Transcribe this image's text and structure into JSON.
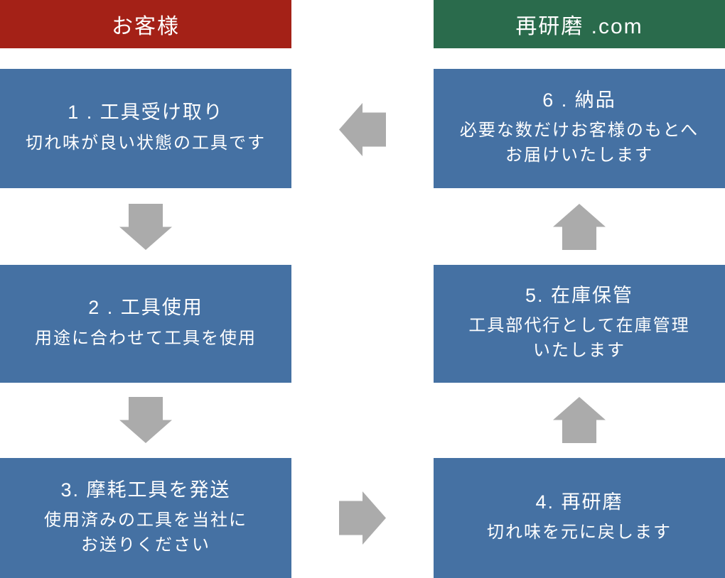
{
  "colors": {
    "customer_header": "#a42117",
    "company_header": "#2a6b4c",
    "step_box": "#4571a3",
    "arrow": "#ababab",
    "text": "#ffffff"
  },
  "headers": {
    "customer": "お客様",
    "company": "再研磨 .com"
  },
  "steps": {
    "s1": {
      "title": "1 . 工具受け取り",
      "desc": "切れ味が良い状態の工具です"
    },
    "s2": {
      "title": "2 . 工具使用",
      "desc": "用途に合わせて工具を使用"
    },
    "s3": {
      "title": "3. 摩耗工具を発送",
      "desc": "使用済みの工具を当社に\nお送りください"
    },
    "s4": {
      "title": "4. 再研磨",
      "desc": "切れ味を元に戻します"
    },
    "s5": {
      "title": "5. 在庫保管",
      "desc": "工具部代行として在庫管理\nいたします"
    },
    "s6": {
      "title": "6 . 納品",
      "desc": "必要な数だけお客様のもとへ\nお届けいたします"
    }
  },
  "arrows": {
    "step1_to_step2": "down-block-arrow",
    "step2_to_step3": "down-block-arrow",
    "step3_to_step4": "right-block-arrow",
    "step4_to_step5": "up-block-arrow",
    "step5_to_step6": "up-block-arrow",
    "step6_to_step1": "left-block-arrow"
  }
}
